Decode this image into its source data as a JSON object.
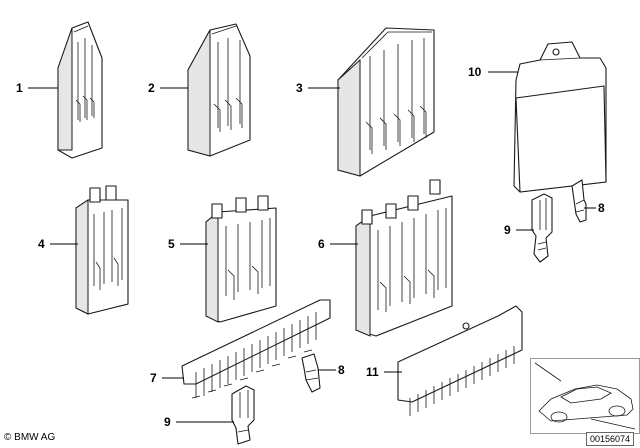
{
  "callouts": [
    {
      "id": "1",
      "label": "1"
    },
    {
      "id": "2",
      "label": "2"
    },
    {
      "id": "3",
      "label": "3"
    },
    {
      "id": "4",
      "label": "4"
    },
    {
      "id": "5",
      "label": "5"
    },
    {
      "id": "6",
      "label": "6"
    },
    {
      "id": "7",
      "label": "7"
    },
    {
      "id": "8a",
      "label": "8"
    },
    {
      "id": "8b",
      "label": "8"
    },
    {
      "id": "9a",
      "label": "9"
    },
    {
      "id": "9b",
      "label": "9"
    },
    {
      "id": "10",
      "label": "10"
    },
    {
      "id": "11",
      "label": "11"
    }
  ],
  "footer": {
    "copyright": "© BMW AG",
    "drawing_number": "00156074"
  },
  "icons": {
    "car_thumbnail": "car-outline-icon"
  }
}
